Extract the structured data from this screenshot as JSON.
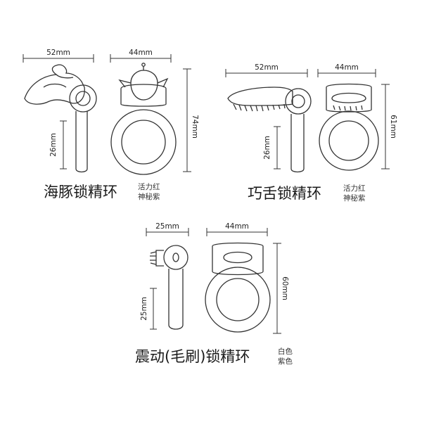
{
  "products": [
    {
      "name": "海豚锁精环",
      "colors": [
        "活力红",
        "神秘紫"
      ],
      "dims": {
        "side_width": "52mm",
        "front_width": "44mm",
        "height": "74mm",
        "stem": "26mm"
      }
    },
    {
      "name": "巧舌锁精环",
      "colors": [
        "活力红",
        "神秘紫"
      ],
      "dims": {
        "side_width": "52mm",
        "front_width": "44mm",
        "height": "61mm",
        "stem": "26mm"
      }
    },
    {
      "name": "震动(毛刷)锁精环",
      "colors": [
        "白色",
        "紫色"
      ],
      "dims": {
        "side_width": "25mm",
        "front_width": "44mm",
        "height": "60mm",
        "stem": "25mm"
      }
    }
  ]
}
